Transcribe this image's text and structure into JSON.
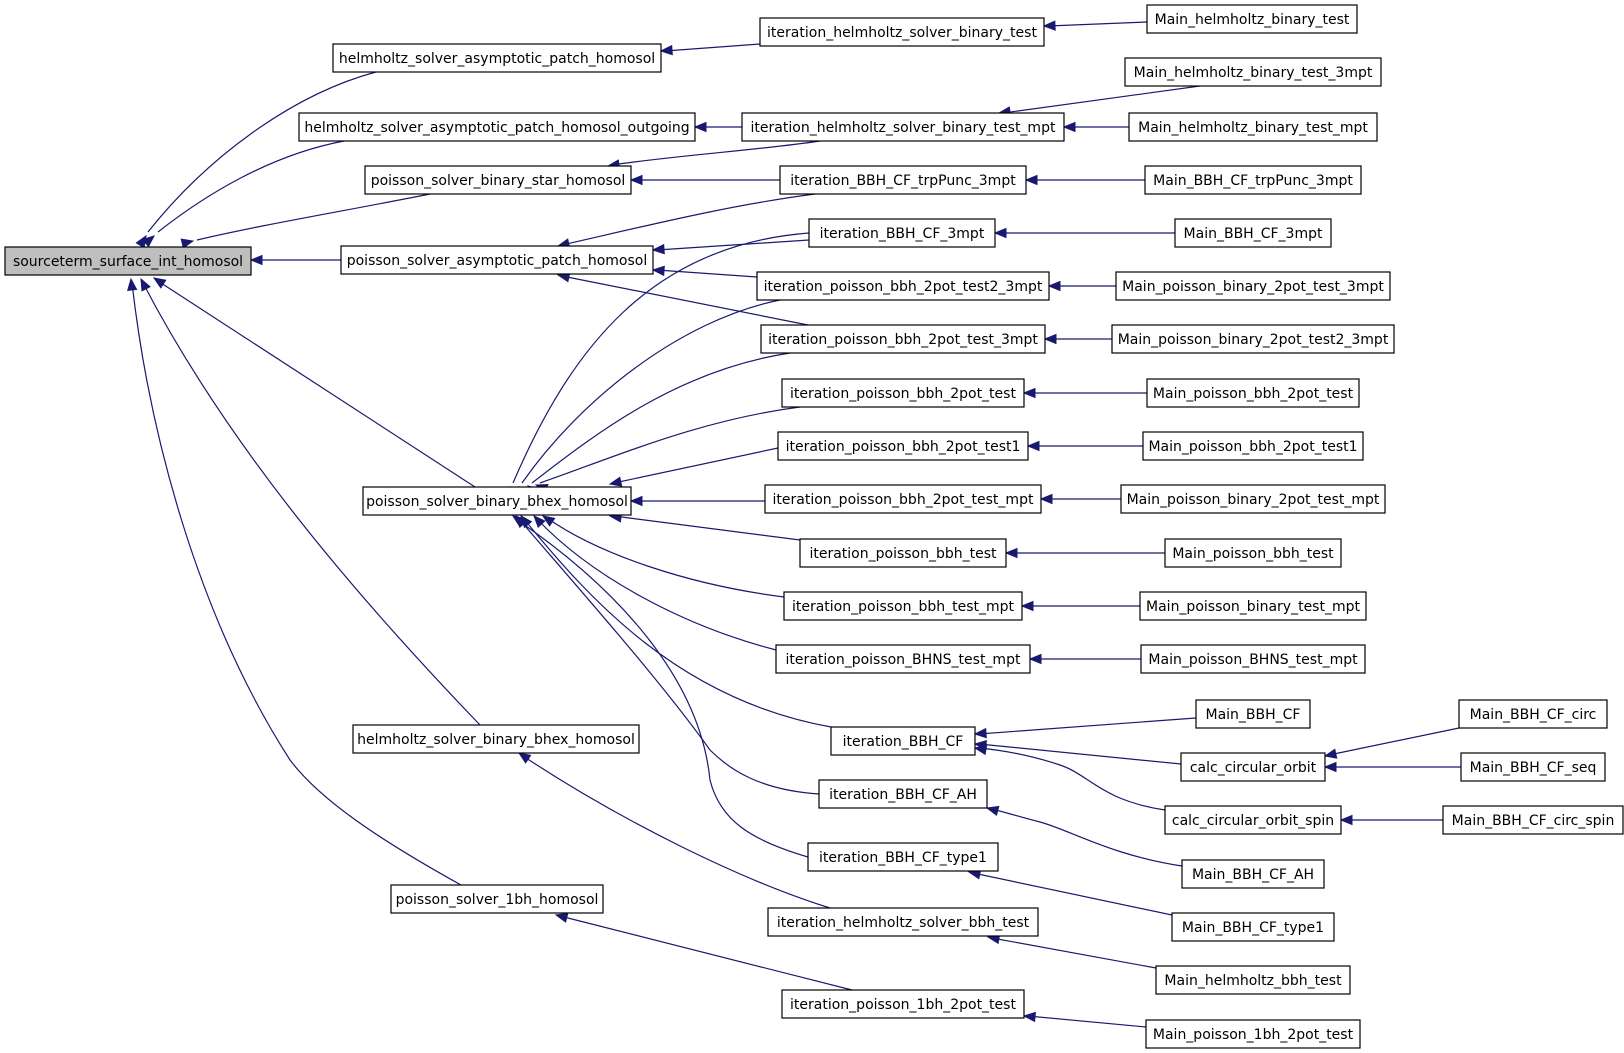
{
  "diagram": {
    "type": "call-graph",
    "nodes": [
      {
        "id": "root",
        "label": "sourceterm_surface_int_homosol",
        "highlight": true
      },
      {
        "id": "hsaph",
        "label": "helmholtz_solver_asymptotic_patch_homosol"
      },
      {
        "id": "hsapho",
        "label": "helmholtz_solver_asymptotic_patch_homosol_outgoing"
      },
      {
        "id": "psbsh",
        "label": "poisson_solver_binary_star_homosol"
      },
      {
        "id": "psaph",
        "label": "poisson_solver_asymptotic_patch_homosol"
      },
      {
        "id": "psbbh",
        "label": "poisson_solver_binary_bhex_homosol"
      },
      {
        "id": "hsbbh",
        "label": "helmholtz_solver_binary_bhex_homosol"
      },
      {
        "id": "ps1bh",
        "label": "poisson_solver_1bh_homosol"
      },
      {
        "id": "ihsbt",
        "label": "iteration_helmholtz_solver_binary_test"
      },
      {
        "id": "ihsbtm",
        "label": "iteration_helmholtz_solver_binary_test_mpt"
      },
      {
        "id": "ibctp3",
        "label": "iteration_BBH_CF_trpPunc_3mpt"
      },
      {
        "id": "ibc3",
        "label": "iteration_BBH_CF_3mpt"
      },
      {
        "id": "ipb2t23",
        "label": "iteration_poisson_bbh_2pot_test2_3mpt"
      },
      {
        "id": "ipb2t3",
        "label": "iteration_poisson_bbh_2pot_test_3mpt"
      },
      {
        "id": "ipb2t",
        "label": "iteration_poisson_bbh_2pot_test"
      },
      {
        "id": "ipb2t1",
        "label": "iteration_poisson_bbh_2pot_test1"
      },
      {
        "id": "ipb2tm",
        "label": "iteration_poisson_bbh_2pot_test_mpt"
      },
      {
        "id": "ipbt",
        "label": "iteration_poisson_bbh_test"
      },
      {
        "id": "ipbtm",
        "label": "iteration_poisson_bbh_test_mpt"
      },
      {
        "id": "ipbhns",
        "label": "iteration_poisson_BHNS_test_mpt"
      },
      {
        "id": "ibc",
        "label": "iteration_BBH_CF"
      },
      {
        "id": "ibcah",
        "label": "iteration_BBH_CF_AH"
      },
      {
        "id": "ibct1",
        "label": "iteration_BBH_CF_type1"
      },
      {
        "id": "ihsbbt",
        "label": "iteration_helmholtz_solver_bbh_test"
      },
      {
        "id": "ip1b2t",
        "label": "iteration_poisson_1bh_2pot_test"
      },
      {
        "id": "mhbt",
        "label": "Main_helmholtz_binary_test"
      },
      {
        "id": "mhbt3",
        "label": "Main_helmholtz_binary_test_3mpt"
      },
      {
        "id": "mhbtm",
        "label": "Main_helmholtz_binary_test_mpt"
      },
      {
        "id": "mbctp3",
        "label": "Main_BBH_CF_trpPunc_3mpt"
      },
      {
        "id": "mbc3",
        "label": "Main_BBH_CF_3mpt"
      },
      {
        "id": "mpb2t3",
        "label": "Main_poisson_binary_2pot_test_3mpt"
      },
      {
        "id": "mpb2t23",
        "label": "Main_poisson_binary_2pot_test2_3mpt"
      },
      {
        "id": "mpbb2t",
        "label": "Main_poisson_bbh_2pot_test"
      },
      {
        "id": "mpbb2t1",
        "label": "Main_poisson_bbh_2pot_test1"
      },
      {
        "id": "mpb2tm",
        "label": "Main_poisson_binary_2pot_test_mpt"
      },
      {
        "id": "mpbt",
        "label": "Main_poisson_bbh_test"
      },
      {
        "id": "mpbtm",
        "label": "Main_poisson_binary_test_mpt"
      },
      {
        "id": "mpbhns",
        "label": "Main_poisson_BHNS_test_mpt"
      },
      {
        "id": "mbc",
        "label": "Main_BBH_CF"
      },
      {
        "id": "cco",
        "label": "calc_circular_orbit"
      },
      {
        "id": "ccos",
        "label": "calc_circular_orbit_spin"
      },
      {
        "id": "mbcah",
        "label": "Main_BBH_CF_AH"
      },
      {
        "id": "mbct1",
        "label": "Main_BBH_CF_type1"
      },
      {
        "id": "mhbbt",
        "label": "Main_helmholtz_bbh_test"
      },
      {
        "id": "mp1b2t",
        "label": "Main_poisson_1bh_2pot_test"
      },
      {
        "id": "mbcc",
        "label": "Main_BBH_CF_circ"
      },
      {
        "id": "mbcs",
        "label": "Main_BBH_CF_seq"
      },
      {
        "id": "mbccs",
        "label": "Main_BBH_CF_circ_spin"
      }
    ],
    "edges": [
      {
        "from": "hsaph",
        "to": "root"
      },
      {
        "from": "hsapho",
        "to": "root"
      },
      {
        "from": "psbsh",
        "to": "root"
      },
      {
        "from": "psaph",
        "to": "root"
      },
      {
        "from": "psbbh",
        "to": "root"
      },
      {
        "from": "hsbbh",
        "to": "root"
      },
      {
        "from": "ps1bh",
        "to": "root"
      },
      {
        "from": "ihsbt",
        "to": "hsaph"
      },
      {
        "from": "ihsbtm",
        "to": "hsapho"
      },
      {
        "from": "ihsbtm",
        "to": "psbsh"
      },
      {
        "from": "ibctp3",
        "to": "psaph"
      },
      {
        "from": "ibc3",
        "to": "psaph"
      },
      {
        "from": "ipb2t23",
        "to": "psaph"
      },
      {
        "from": "ipb2t3",
        "to": "psaph"
      },
      {
        "from": "ibctp3",
        "to": "psbsh"
      },
      {
        "from": "ibc3",
        "to": "psbbh"
      },
      {
        "from": "ipb2t23",
        "to": "psbbh"
      },
      {
        "from": "ipb2t3",
        "to": "psbbh"
      },
      {
        "from": "ipb2t",
        "to": "psbbh"
      },
      {
        "from": "ipb2t1",
        "to": "psbbh"
      },
      {
        "from": "ipb2tm",
        "to": "psbbh"
      },
      {
        "from": "ipbt",
        "to": "psbbh"
      },
      {
        "from": "ipbtm",
        "to": "psbbh"
      },
      {
        "from": "ipbhns",
        "to": "psbbh"
      },
      {
        "from": "ibc",
        "to": "psbbh"
      },
      {
        "from": "ibcah",
        "to": "psbbh"
      },
      {
        "from": "ibct1",
        "to": "psbbh"
      },
      {
        "from": "ihsbbt",
        "to": "hsbbh"
      },
      {
        "from": "ip1b2t",
        "to": "ps1bh"
      },
      {
        "from": "mhbt",
        "to": "ihsbt"
      },
      {
        "from": "mhbt3",
        "to": "ihsbtm"
      },
      {
        "from": "mhbtm",
        "to": "ihsbtm"
      },
      {
        "from": "mbctp3",
        "to": "ibctp3"
      },
      {
        "from": "mbc3",
        "to": "ibc3"
      },
      {
        "from": "mpb2t3",
        "to": "ipb2t23"
      },
      {
        "from": "mpb2t23",
        "to": "ipb2t3"
      },
      {
        "from": "mpbb2t",
        "to": "ipb2t"
      },
      {
        "from": "mpbb2t1",
        "to": "ipb2t1"
      },
      {
        "from": "mpb2tm",
        "to": "ipb2tm"
      },
      {
        "from": "mpbt",
        "to": "ipbt"
      },
      {
        "from": "mpbtm",
        "to": "ipbtm"
      },
      {
        "from": "mpbhns",
        "to": "ipbhns"
      },
      {
        "from": "mbc",
        "to": "ibc"
      },
      {
        "from": "cco",
        "to": "ibc"
      },
      {
        "from": "ccos",
        "to": "ibc"
      },
      {
        "from": "mbcah",
        "to": "ibcah"
      },
      {
        "from": "mbct1",
        "to": "ibct1"
      },
      {
        "from": "mhbbt",
        "to": "ihsbbt"
      },
      {
        "from": "mp1b2t",
        "to": "ip1b2t"
      },
      {
        "from": "mbcc",
        "to": "cco"
      },
      {
        "from": "mbcs",
        "to": "cco"
      },
      {
        "from": "mbccs",
        "to": "ccos"
      }
    ]
  }
}
